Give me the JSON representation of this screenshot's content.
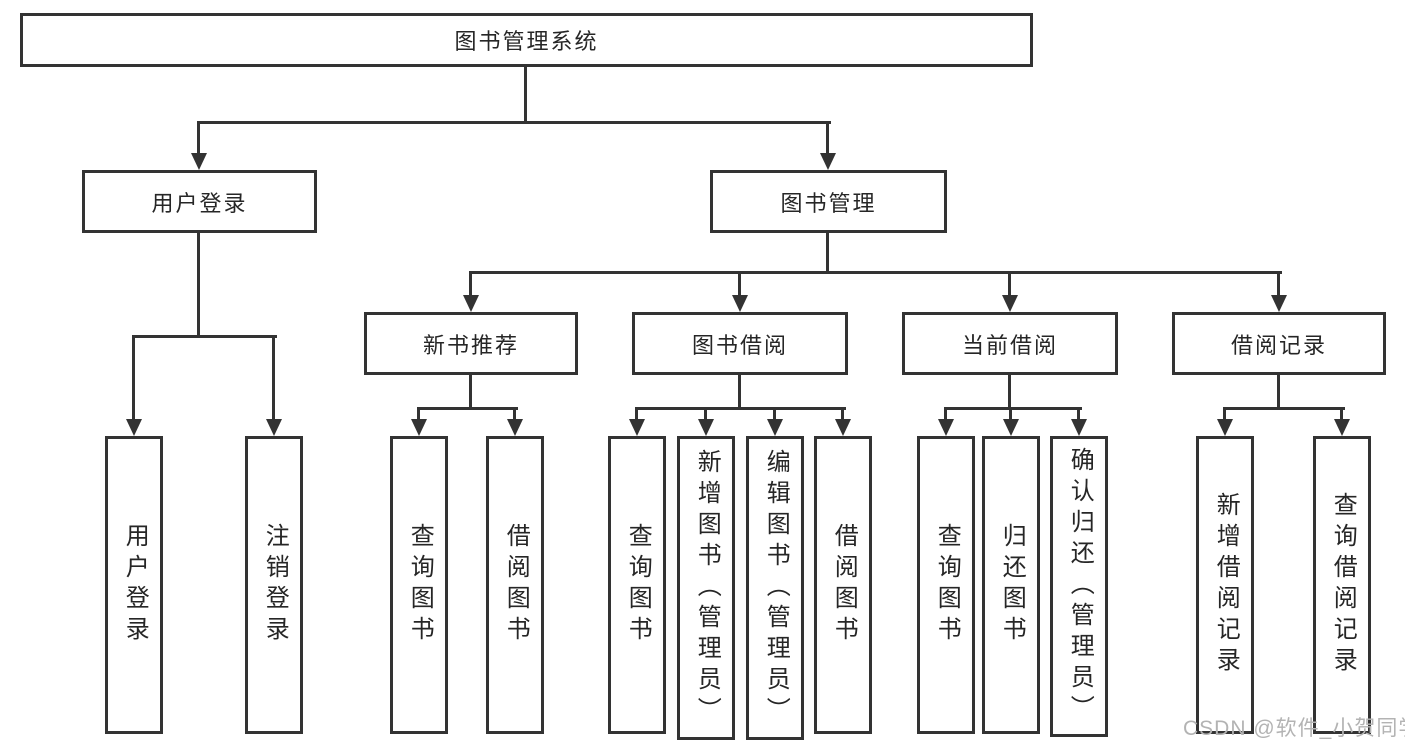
{
  "diagram": {
    "root": {
      "label": "图书管理系统"
    },
    "level2": [
      {
        "label": "用户登录"
      },
      {
        "label": "图书管理"
      }
    ],
    "level3": [
      {
        "label": "新书推荐"
      },
      {
        "label": "图书借阅"
      },
      {
        "label": "当前借阅"
      },
      {
        "label": "借阅记录"
      }
    ],
    "leaves": {
      "user": [
        "用户登录",
        "注销登录"
      ],
      "newbook": [
        "查询图书",
        "借阅图书"
      ],
      "borrow": [
        "查询图书",
        "新增图书（管理员）",
        "编辑图书（管理员）",
        "借阅图书"
      ],
      "current": [
        "查询图书",
        "归还图书",
        "确认归还（管理员）"
      ],
      "records": [
        "新增借阅记录",
        "查询借阅记录"
      ]
    }
  },
  "watermark": {
    "text": "CSDN @软件_小贺同学"
  },
  "colors": {
    "line": "#333333",
    "text": "#262626",
    "background": "#ffffff",
    "watermark": "#b3b3b3"
  }
}
